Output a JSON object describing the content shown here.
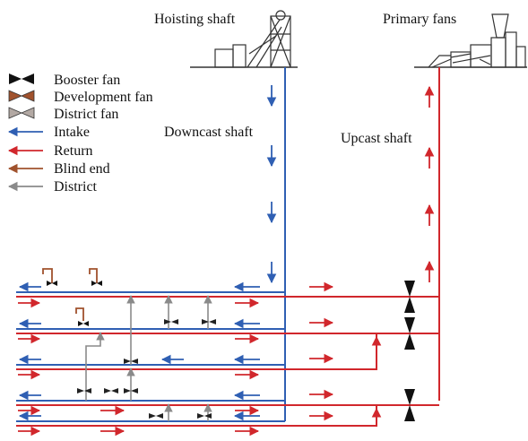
{
  "labels": {
    "hoisting_shaft": "Hoisting shaft",
    "primary_fans": "Primary fans",
    "downcast_shaft": "Downcast shaft",
    "upcast_shaft": "Upcast shaft"
  },
  "legend": [
    {
      "kind": "fan",
      "label": "Booster fan",
      "color": "#111111"
    },
    {
      "kind": "fan",
      "label": "Development fan",
      "color": "#a0522d"
    },
    {
      "kind": "fan",
      "label": "District fan",
      "color": "#b3a9a4"
    },
    {
      "kind": "arrow",
      "label": "Intake",
      "color": "#2f5fb3"
    },
    {
      "kind": "arrow",
      "label": "Return",
      "color": "#d1272c"
    },
    {
      "kind": "arrow",
      "label": "Blind end",
      "color": "#a0522d"
    },
    {
      "kind": "arrow",
      "label": "District",
      "color": "#8a8a8a"
    }
  ],
  "colors": {
    "intake": "#2f5fb3",
    "return": "#d1272c",
    "blind": "#a0522d",
    "district": "#8a8a8a",
    "booster": "#111111",
    "ground": "#333333"
  }
}
